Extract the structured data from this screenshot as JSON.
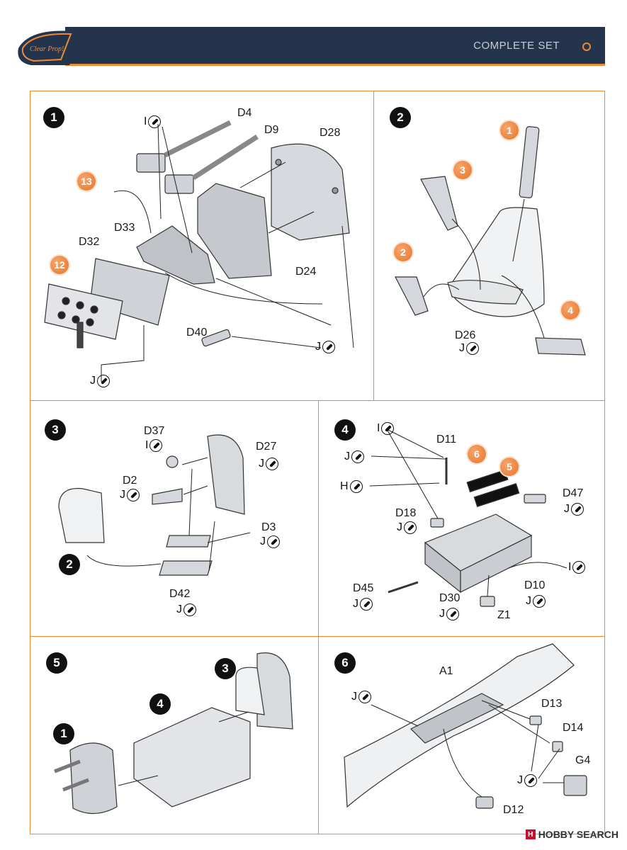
{
  "header": {
    "logo_text": "Clear Prop!",
    "set_label": "COMPLETE SET"
  },
  "steps": [
    "1",
    "2",
    "3",
    "4",
    "5",
    "6"
  ],
  "step1": {
    "callouts": [
      "13",
      "12"
    ],
    "labels": [
      "D4",
      "D9",
      "D28",
      "D33",
      "D32",
      "D24",
      "D40"
    ],
    "glue": [
      "I",
      "J",
      "J"
    ]
  },
  "step2": {
    "callouts": [
      "1",
      "3",
      "2",
      "4"
    ],
    "labels": [
      "D26"
    ],
    "glue": [
      "J"
    ]
  },
  "step3": {
    "labels": [
      "D37",
      "D27",
      "D2",
      "D3",
      "D42"
    ],
    "glue": [
      "I",
      "J",
      "J",
      "J",
      "J"
    ],
    "ref_step": "2"
  },
  "step4": {
    "callouts": [
      "6",
      "5"
    ],
    "labels": [
      "D11",
      "D47",
      "D18",
      "D45",
      "D30",
      "D10",
      "Z1"
    ],
    "glue": [
      "I",
      "J",
      "H",
      "J",
      "J",
      "I",
      "J",
      "J",
      "J"
    ]
  },
  "step5": {
    "refs": [
      "3",
      "4",
      "1"
    ]
  },
  "step6": {
    "labels": [
      "A1",
      "D13",
      "D14",
      "G4",
      "D12"
    ],
    "glue": [
      "J",
      "J"
    ]
  },
  "watermark": {
    "text": "HOBBY SEARCH",
    "icon": "H"
  }
}
